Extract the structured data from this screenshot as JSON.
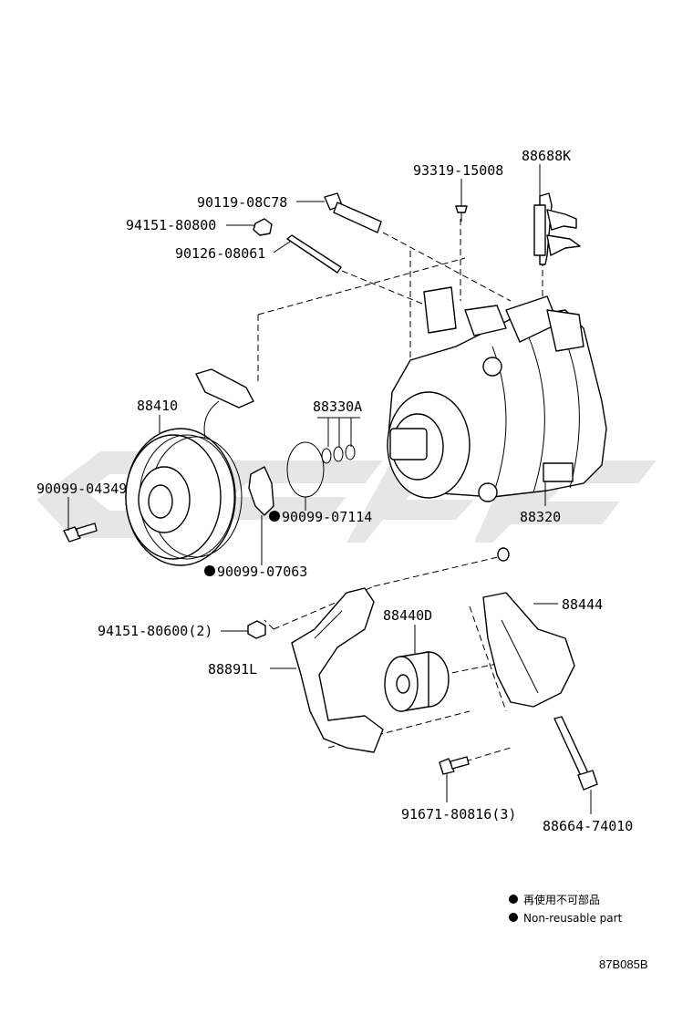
{
  "parts": {
    "p88688K": "88688K",
    "p93319": "93319-15008",
    "p90119": "90119-08C78",
    "p94151_800": "94151-80800",
    "p90126": "90126-08061",
    "p88410": "88410",
    "p88330A": "88330A",
    "p90099_04349": "90099-04349",
    "p90099_07114": "90099-07114",
    "p88320": "88320",
    "p90099_07063": "90099-07063",
    "p88444": "88444",
    "p94151_600": "94151-80600(2)",
    "p88440D": "88440D",
    "p88891L": "88891L",
    "p91671": "91671-80816(3)",
    "p88664": "88664-74010"
  },
  "legend": {
    "line_jp": "再使用不可部品",
    "line_en": "Non-reusable part"
  },
  "ref_code": "87B085B",
  "colors": {
    "watermark": "#e6e6e6",
    "ink": "#000000"
  }
}
